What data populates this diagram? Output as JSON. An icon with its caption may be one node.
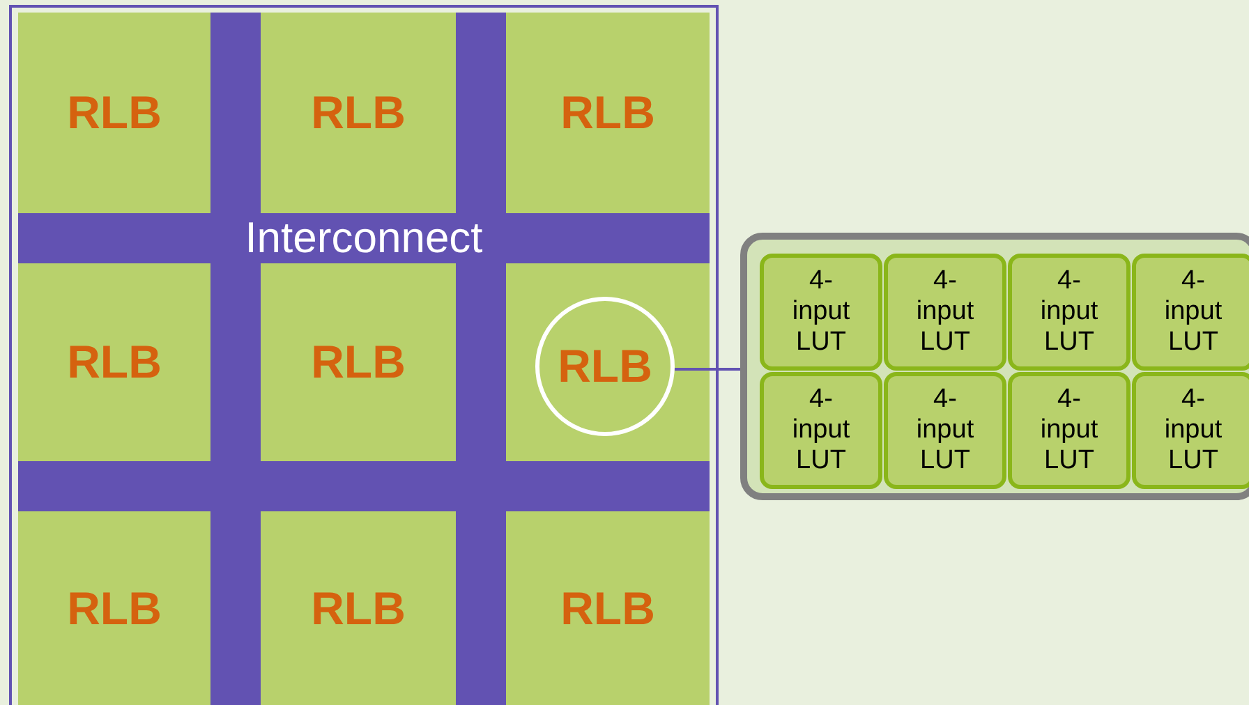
{
  "diagram": {
    "nodes": [
      {
        "text": [
          "RLB"
        ]
      },
      {
        "text": [
          "RLB"
        ]
      },
      {
        "text": [
          "RLB"
        ]
      },
      {
        "text": [
          "RLB"
        ]
      },
      {
        "text": [
          "RLB"
        ]
      },
      {
        "text": [
          "RLB"
        ]
      },
      {
        "text": [
          "RLB"
        ]
      },
      {
        "text": [
          "RLB"
        ]
      },
      {
        "text": [
          "RLB"
        ]
      },
      {
        "text": [],
        "shape": "box"
      },
      {
        "text": [
          "4-input LUT"
        ],
        "in": 9
      },
      {
        "text": [
          "4-input LUT"
        ],
        "in": 9
      },
      {
        "text": [
          "4-input LUT"
        ],
        "in": 9
      },
      {
        "text": [
          "4-input LUT"
        ],
        "in": 9
      },
      {
        "text": [
          "4-input LUT"
        ],
        "in": 9
      },
      {
        "text": [
          "4-input LUT"
        ],
        "in": 9
      },
      {
        "text": [
          "4-input LUT"
        ],
        "in": 9
      },
      {
        "text": [
          "4-input LUT"
        ],
        "in": 9
      }
    ],
    "edges": [
      {
        "from": 5,
        "to": 9,
        "arrow": "none",
        "color": "#6252b2"
      }
    ],
    "labels": [
      "Interconnect"
    ]
  }
}
